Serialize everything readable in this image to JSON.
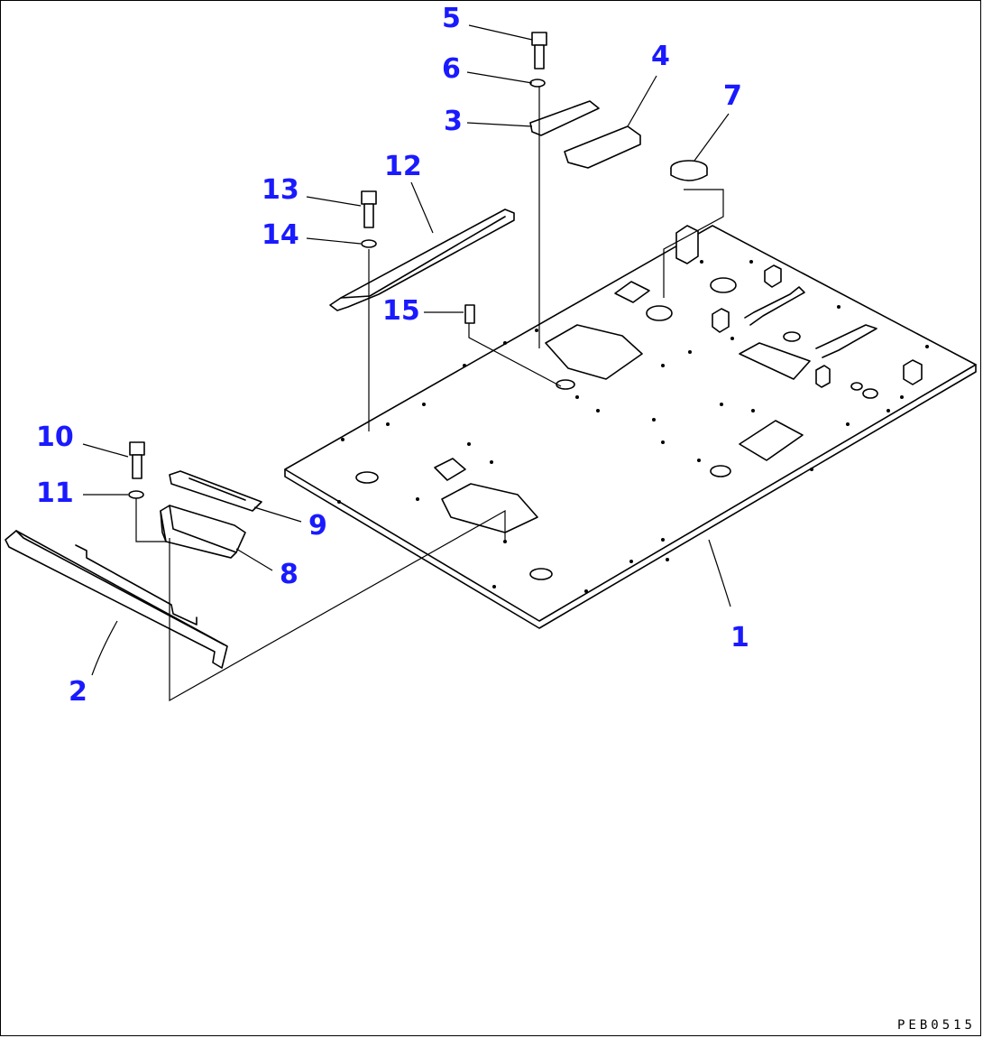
{
  "drawing_code": "PEB0515",
  "callouts": {
    "c1": "1",
    "c2": "2",
    "c3": "3",
    "c4": "4",
    "c5": "5",
    "c6": "6",
    "c7": "7",
    "c8": "8",
    "c9": "9",
    "c10": "10",
    "c11": "11",
    "c12": "12",
    "c13": "13",
    "c14": "14",
    "c15": "15"
  },
  "colors": {
    "callout": "#1a1aff",
    "line": "#000000",
    "background": "#ffffff"
  }
}
